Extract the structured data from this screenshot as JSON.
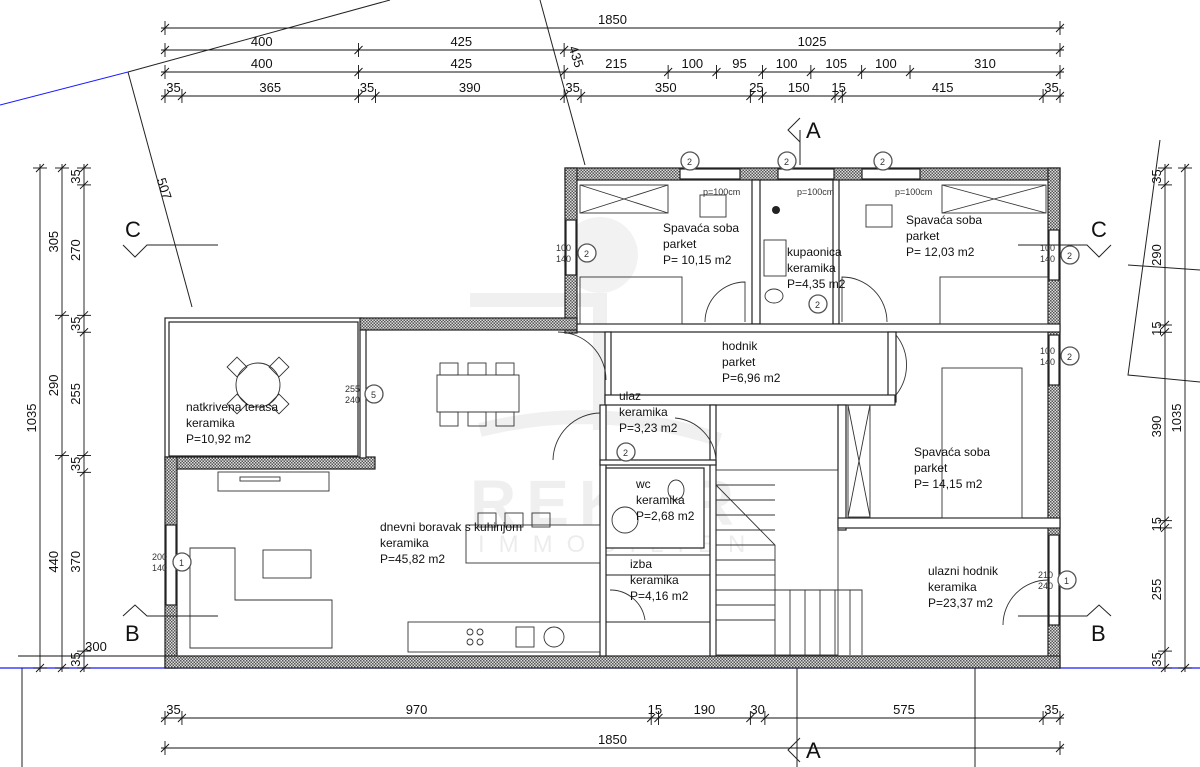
{
  "watermark": {
    "brand": "REKER",
    "sub": "IMMOBILIEN"
  },
  "colors": {
    "property_line": "#1a1aff",
    "wall": "#222222"
  },
  "dimensions": {
    "top": [
      {
        "values": [
          1850
        ]
      },
      {
        "values": [
          400,
          425,
          1025
        ]
      },
      {
        "values": [
          400,
          425,
          215,
          100,
          95,
          100,
          105,
          100,
          310
        ]
      },
      {
        "values": [
          35,
          365,
          35,
          390,
          35,
          350,
          25,
          150,
          15,
          415,
          35
        ]
      }
    ],
    "bottom": [
      {
        "values": [
          35,
          970,
          15,
          190,
          30,
          575,
          35
        ]
      },
      {
        "values": [
          1850
        ]
      }
    ],
    "left": [
      {
        "values": [
          1035
        ]
      },
      {
        "values": [
          305,
          290,
          440
        ]
      },
      {
        "values": [
          35,
          270,
          35,
          255,
          35,
          370,
          35
        ]
      }
    ],
    "right": [
      {
        "values": [
          35,
          290,
          15,
          390,
          15,
          255,
          35
        ]
      },
      {
        "values": [
          1035
        ]
      }
    ],
    "extra": {
      "left_offset": "300",
      "diag_left": "507",
      "diag_top": "435"
    }
  },
  "sections": {
    "a": "A",
    "b": "B",
    "c": "C"
  },
  "rooms": [
    {
      "name": "Spavaća soba",
      "floor": "parket",
      "area": "P= 10,15 m2"
    },
    {
      "name": "kupaonica",
      "floor": "keramika",
      "area": "P=4,35 m2"
    },
    {
      "name": "Spavaća soba",
      "floor": "parket",
      "area": "P= 12,03 m2"
    },
    {
      "name": "hodnik",
      "floor": "parket",
      "area": "P=6,96 m2"
    },
    {
      "name": "natkrivena terasa",
      "floor": "keramika",
      "area": "P=10,92 m2"
    },
    {
      "name": "ulaz",
      "floor": "keramika",
      "area": "P=3,23 m2"
    },
    {
      "name": "Spavaća soba",
      "floor": "parket",
      "area": "P= 14,15 m2"
    },
    {
      "name": "wc",
      "floor": "keramika",
      "area": "P=2,68 m2"
    },
    {
      "name": "dnevni boravak s kuhinjom",
      "floor": "keramika",
      "area": "P=45,82 m2"
    },
    {
      "name": "izba",
      "floor": "keramika",
      "area": "P=4,16 m2"
    },
    {
      "name": "ulazni hodnik",
      "floor": "keramika",
      "area": "P=23,37 m2"
    }
  ],
  "openings": {
    "parapet": "p=100cm",
    "win_type_2": "2",
    "win_type_1": "1",
    "win_type_5": "5",
    "w100": "100",
    "h140": "140",
    "w255": "255",
    "h240": "240",
    "w200": "200",
    "w210": "210"
  }
}
